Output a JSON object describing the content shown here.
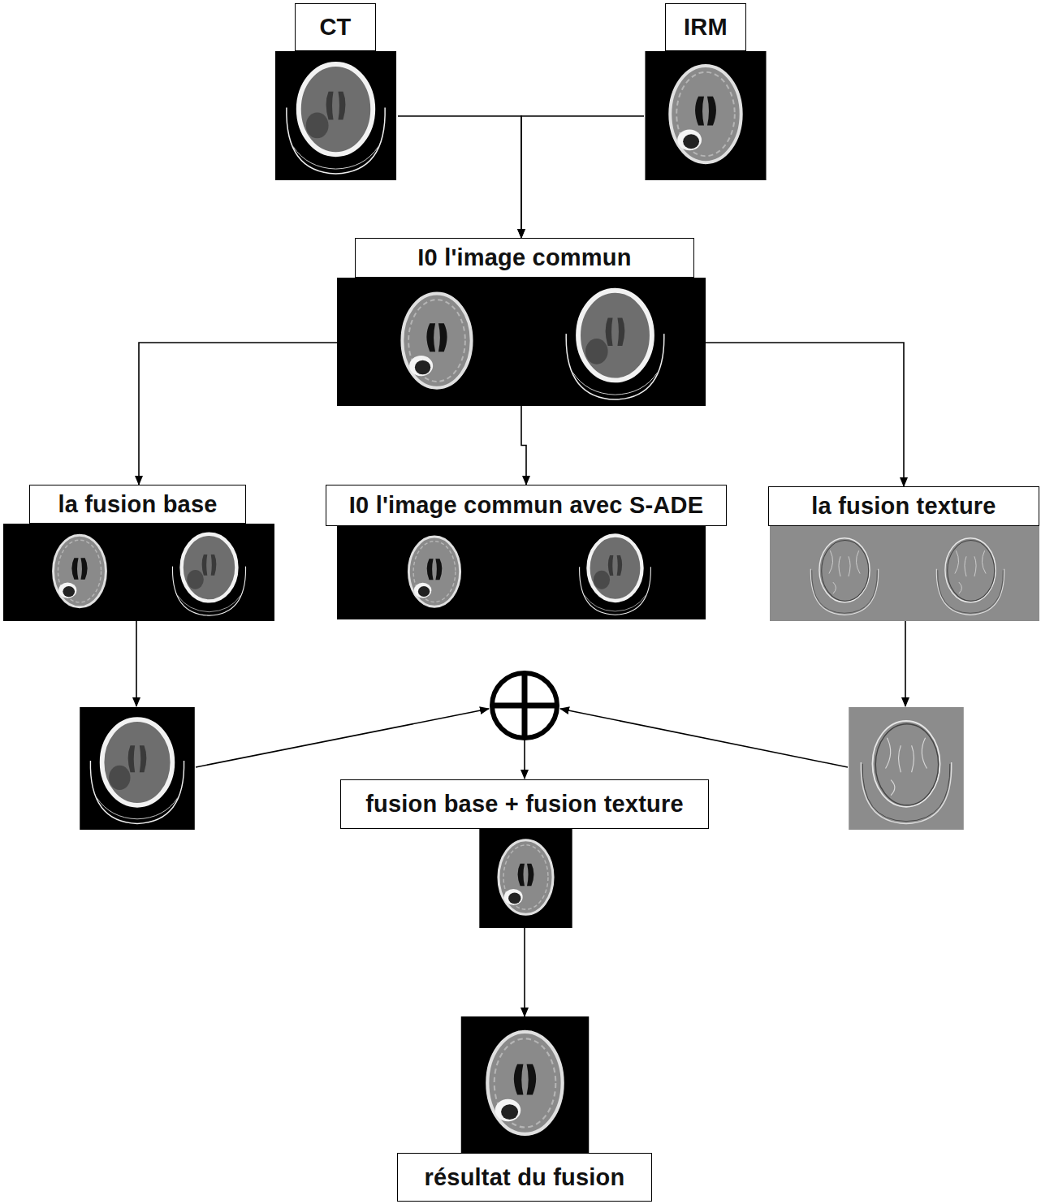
{
  "diagram": {
    "nodes": [
      {
        "text": [
          "CT"
        ]
      },
      {
        "text": [
          "IRM"
        ]
      },
      {
        "text": [
          "I0 l'image commun"
        ]
      },
      {
        "text": [
          "la fusion base"
        ]
      },
      {
        "text": [
          "I0 l'image commun avec S-ADE"
        ]
      },
      {
        "text": [
          "la fusion texture"
        ]
      },
      {
        "text": [
          "fusion base + fusion texture"
        ]
      },
      {
        "text": [
          "résultat du fusion"
        ]
      }
    ],
    "edges": [
      {
        "from": 0,
        "to": 2,
        "arrow": "to"
      },
      {
        "from": 1,
        "to": 2,
        "arrow": "to"
      },
      {
        "from": 2,
        "to": 3,
        "arrow": "to"
      },
      {
        "from": 2,
        "to": 4,
        "arrow": "to"
      },
      {
        "from": 2,
        "to": 5,
        "arrow": "to"
      },
      {
        "from": 6,
        "to": 7,
        "arrow": "to"
      }
    ]
  }
}
